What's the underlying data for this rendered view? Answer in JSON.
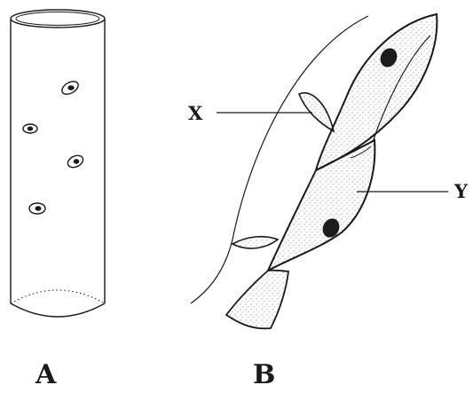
{
  "labels": {
    "panel_a": "A",
    "panel_b": "B",
    "part_x": "X",
    "part_y": "Y"
  },
  "colors": {
    "ink": "#1a1a1a",
    "paper": "#ffffff",
    "nucleus": "#1c1c1c"
  }
}
